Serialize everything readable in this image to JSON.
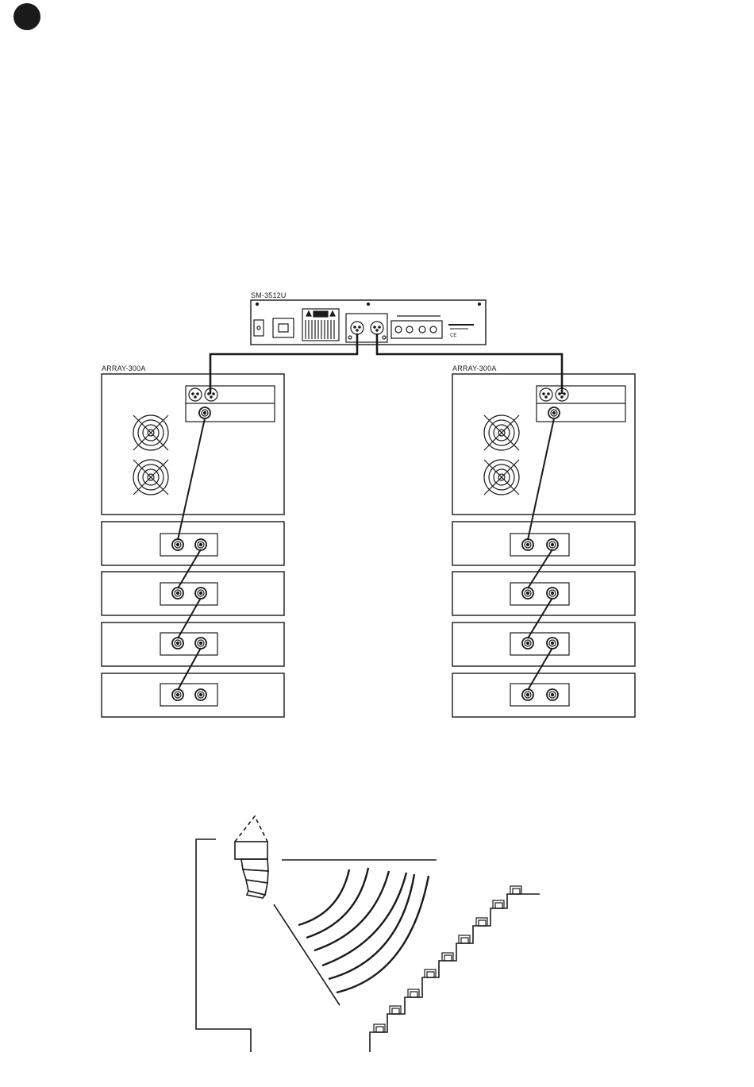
{
  "labels": {
    "mixer_model": "SM-3512U",
    "left_array_model": "ARRAY-300A",
    "right_array_model": "ARRAY-300A"
  },
  "icons": {
    "page_bullet": "filled-circle",
    "speaker_grille": "circular-grille-icon",
    "xlr_connector": "xlr-connector-icon",
    "speakon_connector": "speakon-connector-icon"
  },
  "colors": {
    "ink": "#1a1a1a",
    "paper": "#ffffff"
  },
  "figure": {
    "array_cabinets_per_side": 5,
    "satellite_cabinets_per_side": 4,
    "seat_rows": 9
  }
}
